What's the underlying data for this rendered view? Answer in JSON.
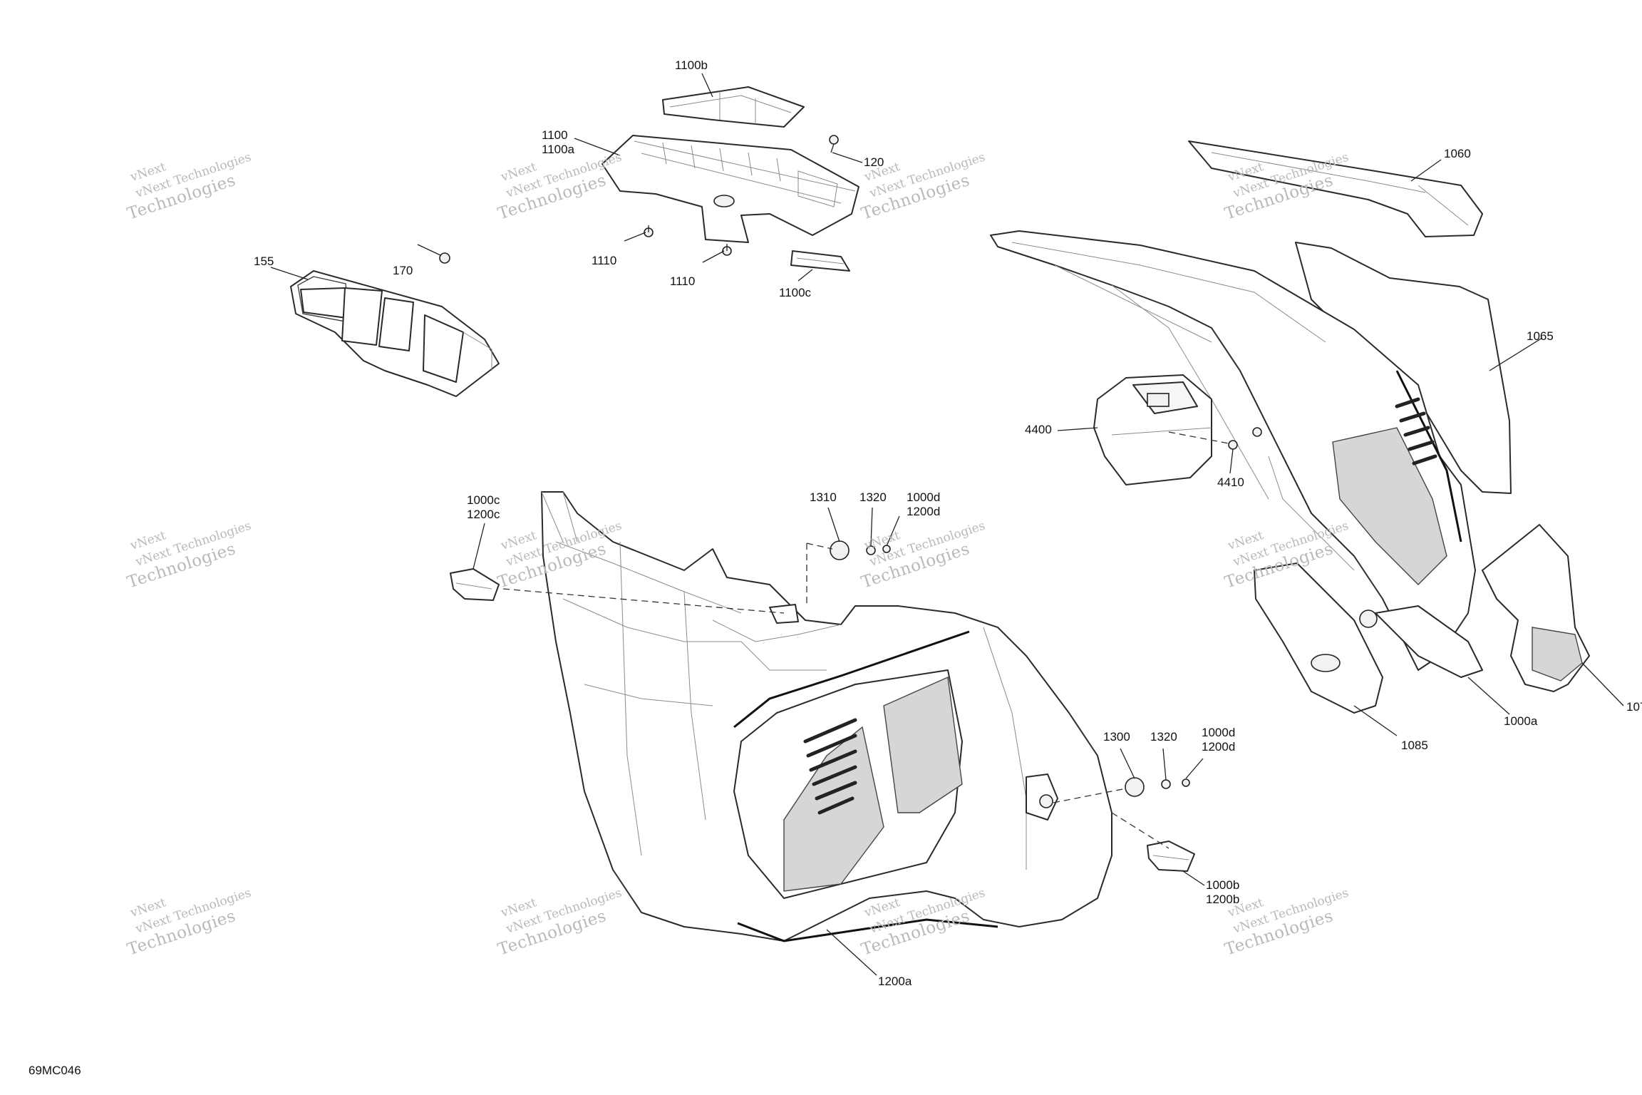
{
  "diagram_code": "69MC046",
  "watermark": {
    "logo_text": "vNext",
    "company": "vNext Technologies",
    "tagline": "Technologies"
  },
  "callouts": [
    {
      "id": "c1100b",
      "text": "1100b"
    },
    {
      "id": "c1100",
      "text": "1100\n1100a"
    },
    {
      "id": "c120",
      "text": "120"
    },
    {
      "id": "c1110a",
      "text": "1110"
    },
    {
      "id": "c1110b",
      "text": "1110"
    },
    {
      "id": "c1100c",
      "text": "1100c"
    },
    {
      "id": "c155",
      "text": "155"
    },
    {
      "id": "c170",
      "text": "170"
    },
    {
      "id": "c1060",
      "text": "1060"
    },
    {
      "id": "c1065",
      "text": "1065"
    },
    {
      "id": "c4400",
      "text": "4400"
    },
    {
      "id": "c4410",
      "text": "4410"
    },
    {
      "id": "c1000c",
      "text": "1000c\n1200c"
    },
    {
      "id": "c1310",
      "text": "1310"
    },
    {
      "id": "c1320a",
      "text": "1320"
    },
    {
      "id": "c1000d_top",
      "text": "1000d\n1200d"
    },
    {
      "id": "c1300",
      "text": "1300"
    },
    {
      "id": "c1320b",
      "text": "1320"
    },
    {
      "id": "c1000d_bot",
      "text": "1000d\n1200d"
    },
    {
      "id": "c1000b",
      "text": "1000b\n1200b"
    },
    {
      "id": "c1200a",
      "text": "1200a"
    },
    {
      "id": "c1085",
      "text": "1085"
    },
    {
      "id": "c1000a",
      "text": "1000a"
    },
    {
      "id": "c107",
      "text": "107"
    }
  ]
}
